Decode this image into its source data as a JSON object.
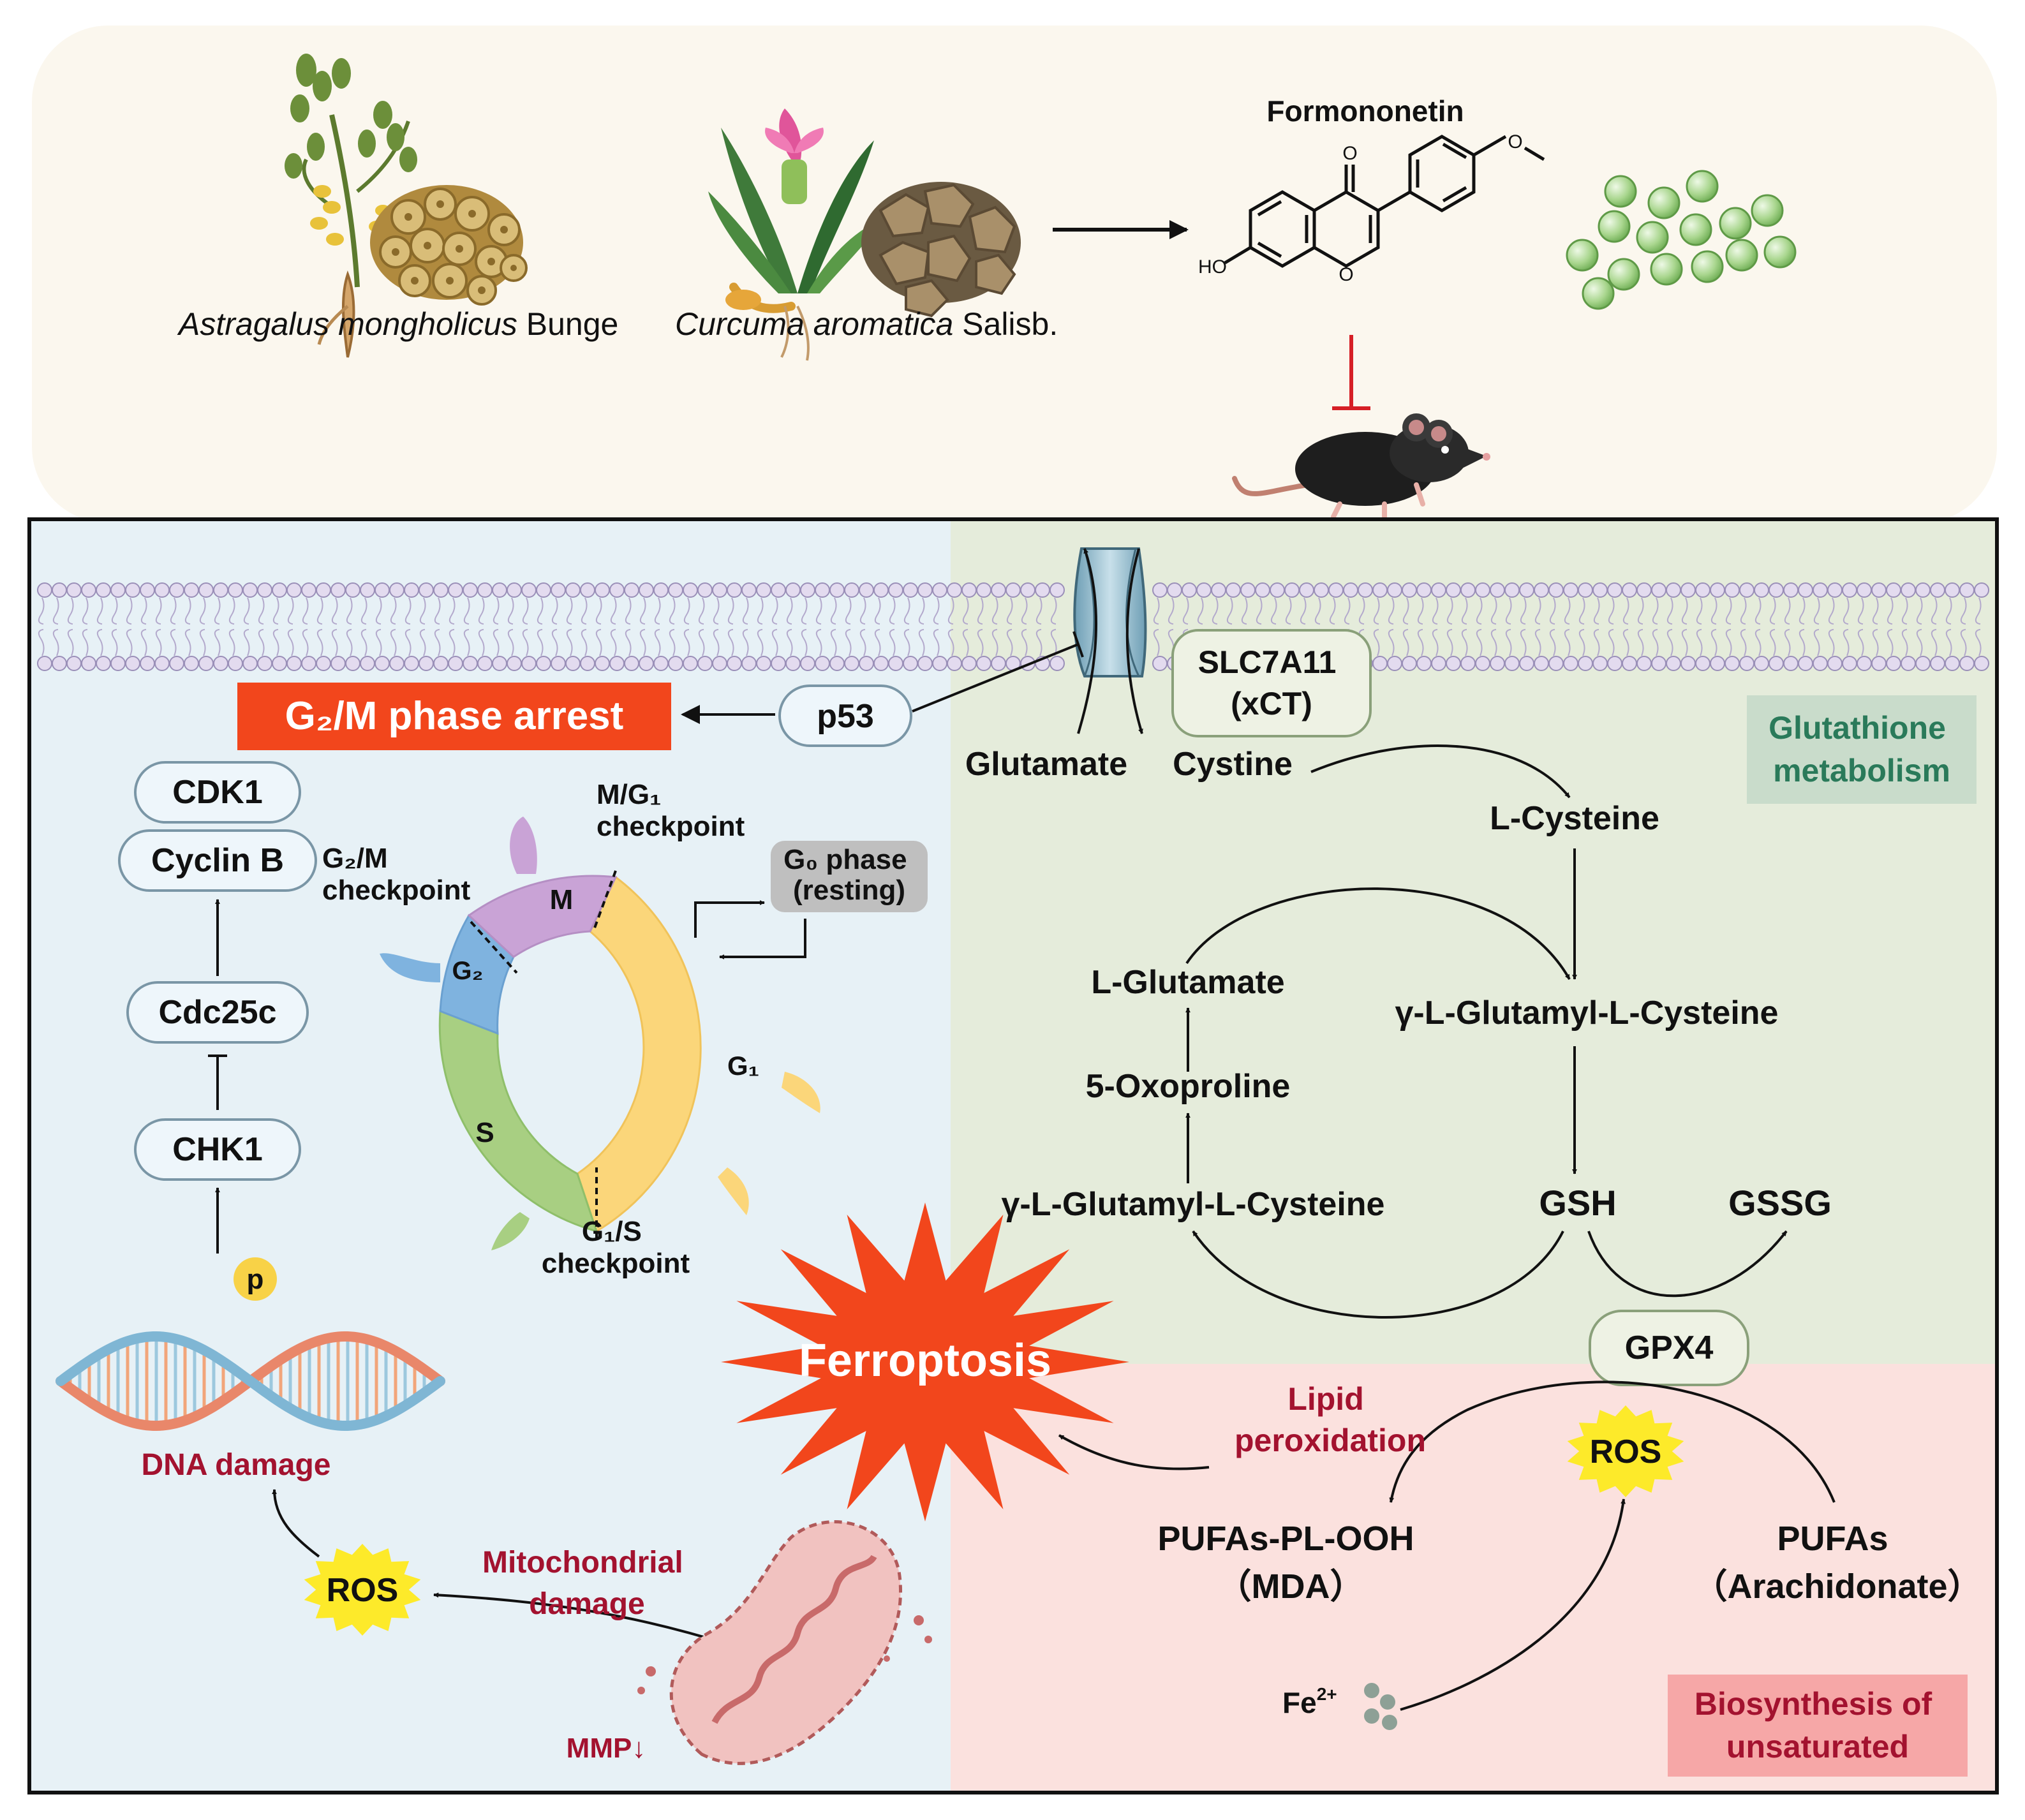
{
  "top": {
    "plant1_genus": "Astragalus mongholicus",
    "plant1_author": " Bunge",
    "plant2_genus": "Curcuma aromatica",
    "plant2_author": " Salisb.",
    "compound_name": "Formononetin",
    "mol_o": "O",
    "mol_ho": "HO",
    "mol_ring_o": "O",
    "mol_methoxy_o": "O"
  },
  "cell_cycle": {
    "arrest": "G₂/M  phase arrest",
    "p53": "p53",
    "cdk1": "CDK1",
    "cyclin_b": "Cyclin B",
    "cdc25c": "Cdc25c",
    "chk1": "CHK1",
    "phospho": "p",
    "dna_damage": "DNA damage",
    "ros": "ROS",
    "mito_damage": [
      "Mitochondrial",
      "damage"
    ],
    "mmp": "MMP↓",
    "g2m_checkpoint": [
      "G₂/M",
      "checkpoint"
    ],
    "mg1_checkpoint": [
      "M/G₁",
      "checkpoint"
    ],
    "g1s_checkpoint": [
      "G₁/S",
      "checkpoint"
    ],
    "g0_phase": [
      "G₀ phase",
      "(resting)"
    ],
    "phase_m": "M",
    "phase_g2": "G₂",
    "phase_g1": "G₁",
    "phase_s": "S"
  },
  "glutathione": {
    "transporter": [
      "SLC7A11",
      "(xCT)"
    ],
    "glutamate": "Glutamate",
    "cystine": "Cystine",
    "l_cysteine": "L-Cysteine",
    "l_glutamate": "L-Glutamate",
    "glu_cys_right": "γ-L-Glutamyl-L-Cysteine",
    "oxoproline": "5-Oxoproline",
    "glu_cys_left": "γ-L-Glutamyl-L-Cysteine",
    "gsh": "GSH",
    "gssg": "GSSG",
    "gpx4": "GPX4",
    "label": [
      "Glutathione",
      "metabolism"
    ]
  },
  "ferroptosis": {
    "title": "Ferroptosis",
    "lipid_perox": [
      "Lipid",
      "peroxidation"
    ],
    "ros": "ROS",
    "pufa_ooh": [
      "PUFAs-PL-OOH",
      "（MDA）"
    ],
    "pufa": [
      "PUFAs",
      "（Arachidonate）"
    ],
    "fe": "Fe",
    "fe_sup": "2+",
    "label": [
      "Biosynthesis of",
      "unsaturated"
    ]
  },
  "colors": {
    "top_bg": "#fbf7ee",
    "left_bg": "#e7f1f6",
    "green_bg": "#e5ecdb",
    "pink_bg": "#fbe1de",
    "arrest_bg": "#f2461c",
    "starburst": "#f2461c",
    "ros_yellow": "#fdea2a",
    "dark_red": "#a3122f"
  }
}
